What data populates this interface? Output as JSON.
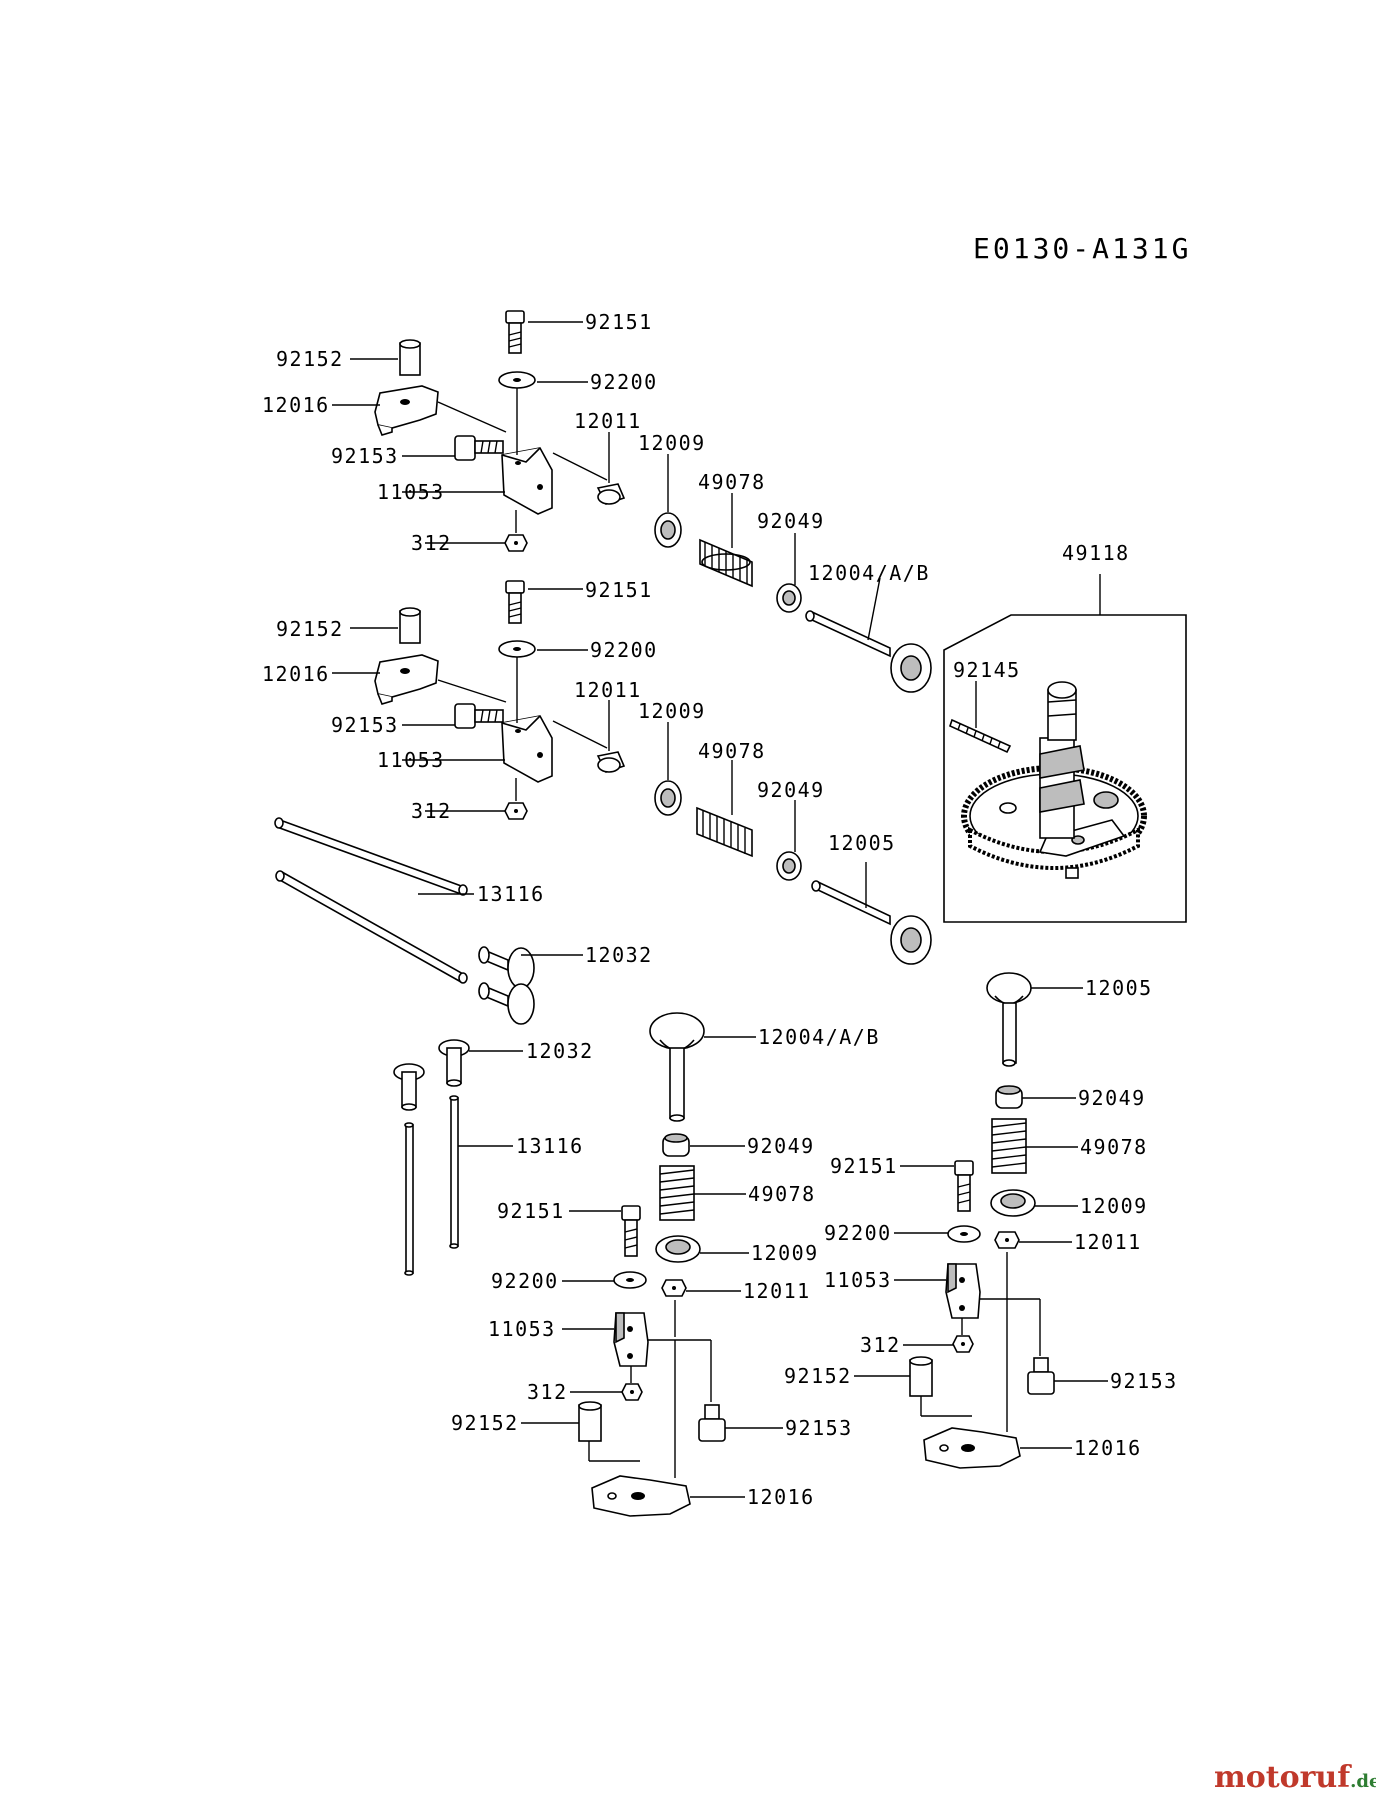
{
  "diagram_code": "E0130-A131G",
  "watermark": {
    "brand": "motoruf",
    "suffix": ".de",
    "brand_color": "#c0392b",
    "suffix_color": "#2e7d32"
  },
  "labels": {
    "t_92151": "92151",
    "t_92152": "92152",
    "t_92200": "92200",
    "t_12016": "12016",
    "t_12011": "12011",
    "t_92153": "92153",
    "t_12009": "12009",
    "t_11053": "11053",
    "t_49078": "49078",
    "t_312": "312",
    "t_92049": "92049",
    "t_12004": "12004/A/B",
    "t_49118": "49118",
    "m_92151": "92151",
    "m_92152": "92152",
    "m_92200": "92200",
    "m_12016": "12016",
    "m_12011": "12011",
    "m_92153": "92153",
    "m_12009": "12009",
    "m_11053": "11053",
    "m_49078": "49078",
    "m_312": "312",
    "m_92049": "92049",
    "m_12005": "12005",
    "m_92145": "92145",
    "p_13116a": "13116",
    "p_12032a": "12032",
    "p_12032b": "12032",
    "p_13116b": "13116",
    "c_12004": "12004/A/B",
    "c_92049": "92049",
    "c_49078": "49078",
    "c_92151": "92151",
    "c_12009": "12009",
    "c_92200": "92200",
    "c_12011": "12011",
    "c_11053": "11053",
    "c_312": "312",
    "c_92153": "92153",
    "c_92152": "92152",
    "c_12016": "12016",
    "r_12005": "12005",
    "r_92049": "92049",
    "r_49078": "49078",
    "r_92151": "92151",
    "r_12009": "12009",
    "r_92200": "92200",
    "r_12011": "12011",
    "r_11053": "11053",
    "r_312": "312",
    "r_92153": "92153",
    "r_92152": "92152",
    "r_12016": "12016"
  }
}
